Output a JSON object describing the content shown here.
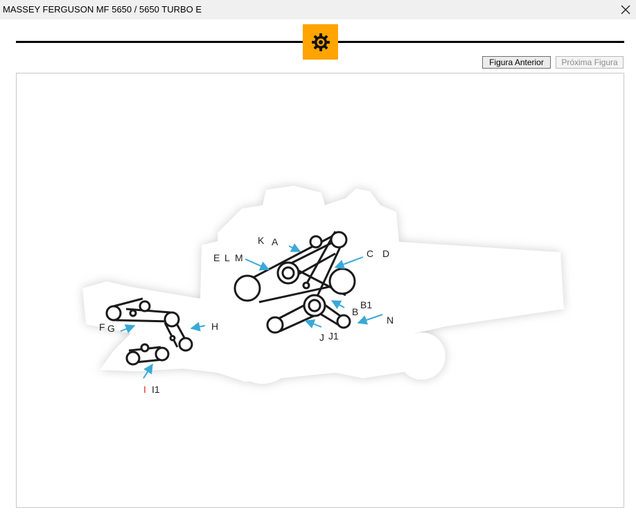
{
  "window": {
    "title": "MASSEY FERGUSON MF 5650 / 5650 TURBO E"
  },
  "toolbar": {
    "settings_icon": "gear-icon",
    "accent_color": "#ffa400"
  },
  "navigation": {
    "previous_label": "Figura Anterior",
    "next_label": "Próxima Figura",
    "next_enabled": false
  },
  "figure": {
    "arrow_color": "#3aa9d8",
    "callouts": {
      "K": "K",
      "A": "A",
      "E": "E",
      "L": "L",
      "M": "M",
      "C": "C",
      "D": "D",
      "B": "B",
      "B1": "B1",
      "N": "N",
      "J": "J",
      "J1": "J1",
      "F": "F",
      "G": "G",
      "H": "H",
      "I": "I",
      "I1": "I1"
    }
  }
}
